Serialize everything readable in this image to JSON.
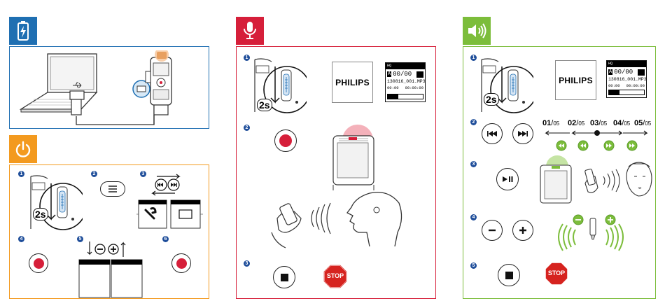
{
  "colors": {
    "charge": "#1f6fb2",
    "power": "#f39a1f",
    "record": "#d61f3a",
    "play": "#7cbd3b",
    "step_badge": "#1f4e9a",
    "stop_red": "#d6231f"
  },
  "icons": {
    "charge_tab": "battery-bolt-icon",
    "power_tab": "power-icon",
    "record_tab": "microphone-icon",
    "play_tab": "speaker-icon"
  },
  "steps": {
    "power": [
      "1",
      "2",
      "3",
      "4",
      "5",
      "6"
    ],
    "record": [
      "1",
      "2",
      "3"
    ],
    "play": [
      "1",
      "2",
      "3",
      "4",
      "5"
    ]
  },
  "hold_label": "2s",
  "brand": "PHILIPS",
  "stop_label": "STOP",
  "lcd": {
    "quality": "HQ",
    "counter": "00/00",
    "index": "A",
    "filename": "130816_001.MP3",
    "elapsed": "00:00",
    "total": "00:00:00",
    "progress": 0.3
  },
  "tracks": [
    {
      "num": "01",
      "den": "05"
    },
    {
      "num": "02",
      "den": "05"
    },
    {
      "num": "03",
      "den": "05"
    },
    {
      "num": "04",
      "den": "05"
    },
    {
      "num": "05",
      "den": "05"
    }
  ]
}
